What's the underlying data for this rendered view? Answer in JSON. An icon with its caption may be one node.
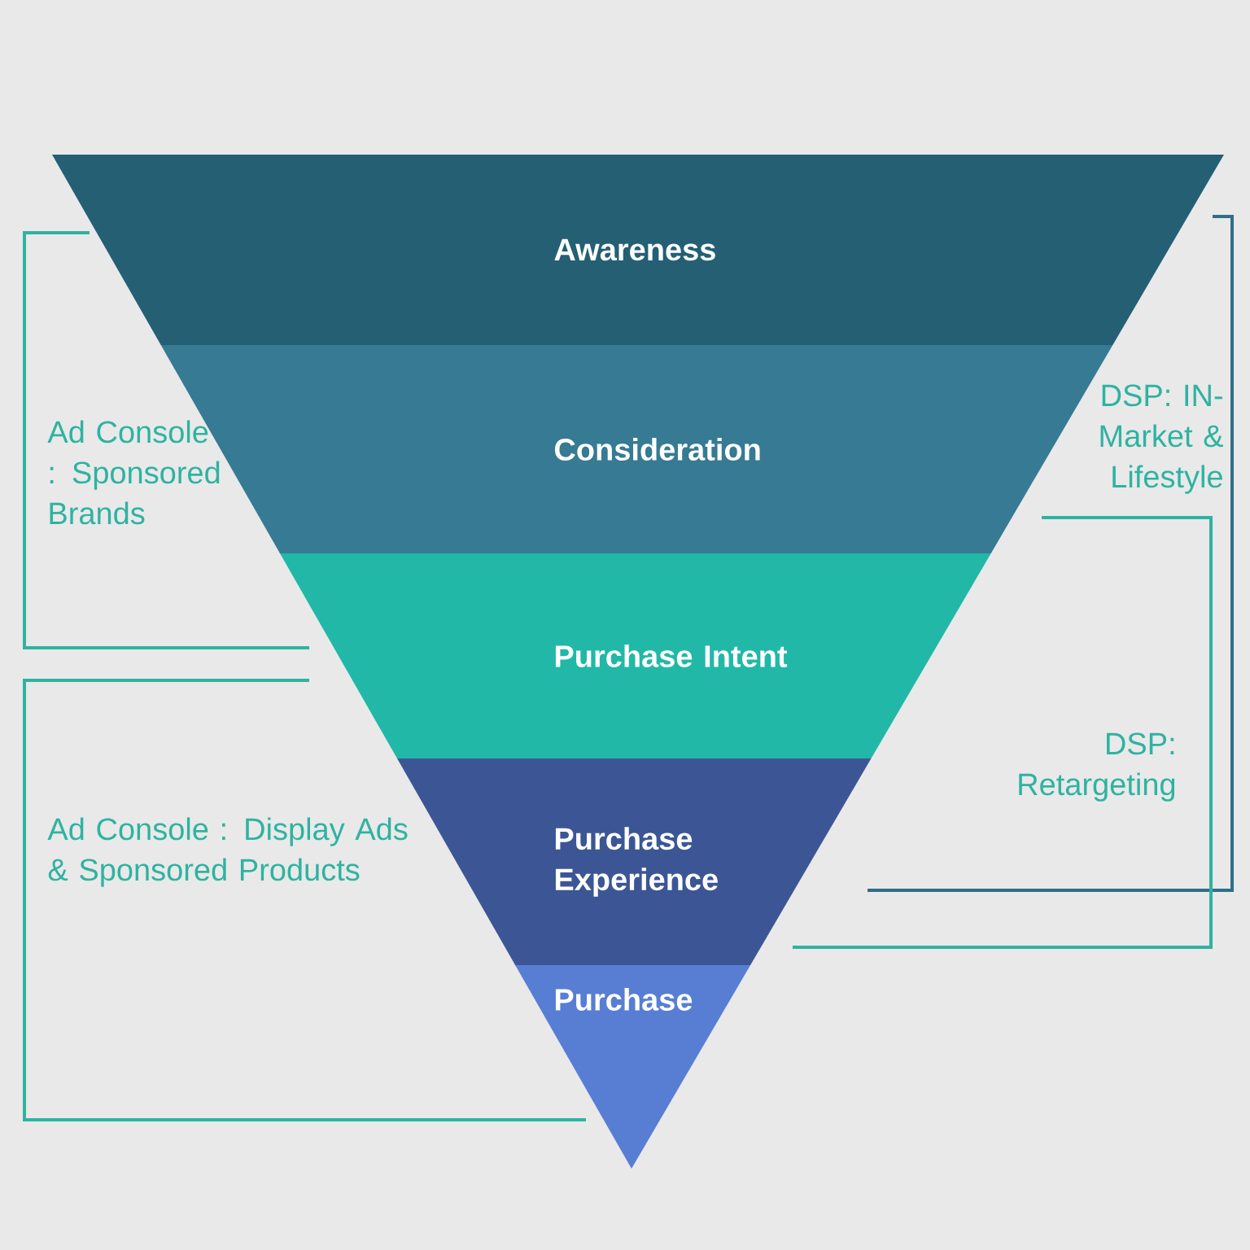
{
  "diagram": {
    "nodes": [
      {
        "text": [
          "Awareness"
        ]
      },
      {
        "text": [
          "Consideration"
        ]
      },
      {
        "text": [
          "Purchase Intent"
        ]
      },
      {
        "text": [
          "Purchase Experience"
        ]
      },
      {
        "text": [
          "Purchase"
        ]
      }
    ],
    "labels": [
      "Ad Console : Sponsored Brands",
      "Ad Console : Display Ads & Sponsored Products",
      "DSP: IN-Market & Lifestyle",
      "DSP: Retargeting"
    ]
  }
}
